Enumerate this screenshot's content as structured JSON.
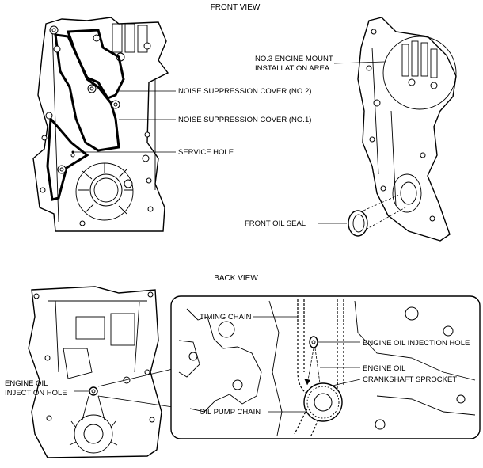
{
  "titles": {
    "front_view": "FRONT VIEW",
    "back_view": "BACK VIEW"
  },
  "labels": {
    "noise_cover_2": "NOISE SUPPRESSION COVER (NO.2)",
    "noise_cover_1": "NOISE SUPPRESSION COVER (NO.1)",
    "service_hole": "SERVICE HOLE",
    "engine_mount_line1": "NO.3 ENGINE MOUNT",
    "engine_mount_line2": "INSTALLATION AREA",
    "front_oil_seal": "FRONT OIL SEAL",
    "oil_injection_left_line1": "ENGINE OIL",
    "oil_injection_left_line2": "INJECTION HOLE",
    "timing_chain": "TIMING CHAIN",
    "oil_injection_hole": "ENGINE OIL INJECTION HOLE",
    "engine_oil": "ENGINE OIL",
    "crankshaft_sprocket": "CRANKSHAFT SPROCKET",
    "oil_pump_chain": "OIL PUMP CHAIN"
  }
}
